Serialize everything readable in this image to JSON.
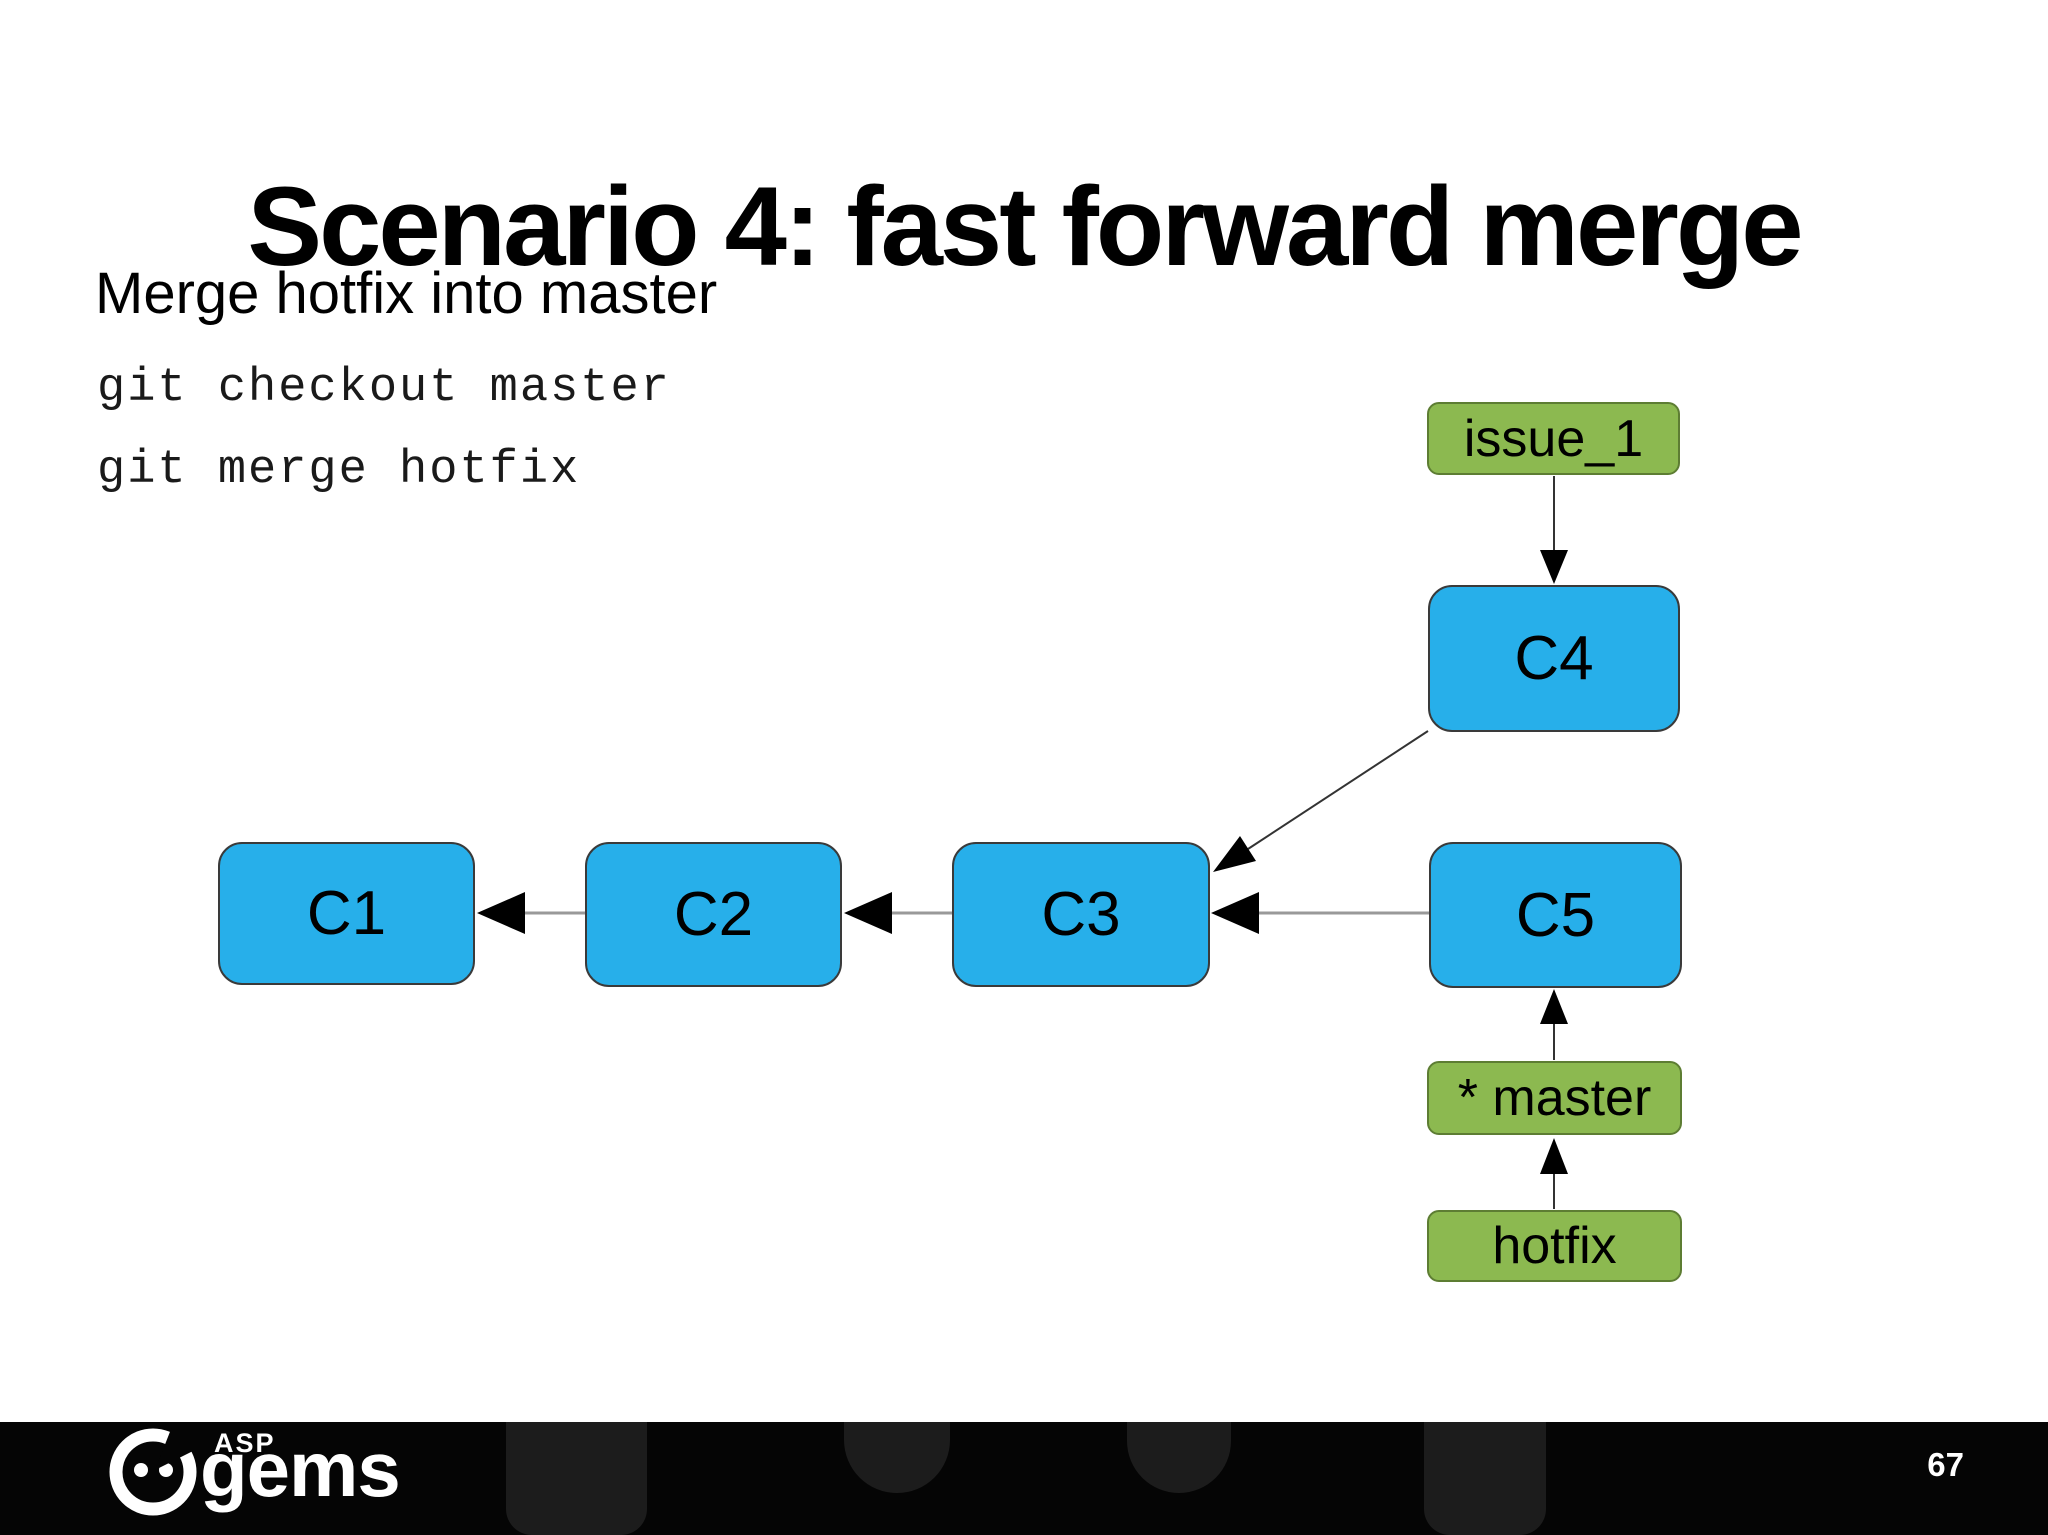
{
  "slide": {
    "title": "Scenario 4: fast forward merge",
    "heading": "Merge hotfix into master",
    "code_lines": [
      "git checkout master",
      "git merge hotfix"
    ]
  },
  "diagram": {
    "type": "git-commit-graph",
    "commit_labels": [
      "C1",
      "C2",
      "C3",
      "C4",
      "C5"
    ],
    "branch_labels": [
      "issue_1",
      "* master",
      "hotfix"
    ],
    "edges": [
      {
        "from": "C2",
        "to": "C1"
      },
      {
        "from": "C3",
        "to": "C2"
      },
      {
        "from": "C5",
        "to": "C3"
      },
      {
        "from": "C4",
        "to": "C3"
      },
      {
        "from": "issue_1",
        "to": "C4"
      },
      {
        "from": "* master",
        "to": "C5"
      },
      {
        "from": "hotfix",
        "to": "* master"
      }
    ]
  },
  "footer": {
    "logo_primary": "ASP",
    "logo_secondary": "gems",
    "page_number": "67"
  },
  "colors": {
    "commit_fill": "#27AFEA",
    "branch_fill": "#8CB950",
    "branch_border": "#5d7d33",
    "footer_bg": "#050505",
    "arrow_line_gray": "#999999",
    "arrow_line_dark": "#333333",
    "arrowhead": "#000000"
  }
}
